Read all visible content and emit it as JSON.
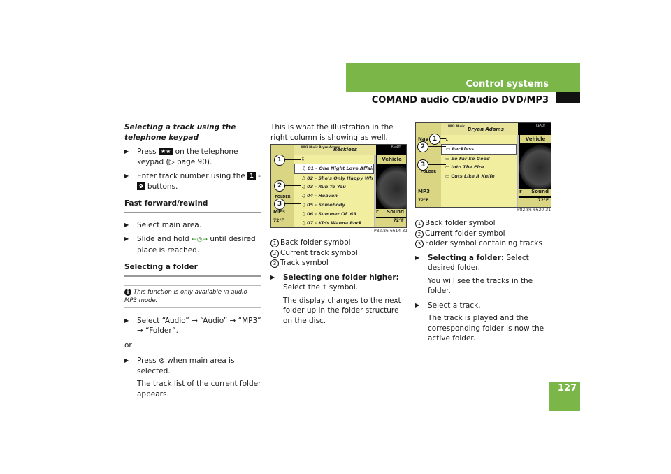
{
  "header": {
    "section": "Control systems",
    "subsection": "COMAND audio CD/audio DVD/MP3",
    "page_number": "127"
  },
  "col1": {
    "heading_telephone": "Selecting a track using the telephone keypad",
    "step1_a": "Press",
    "step1_key": "★★",
    "step1_b": "on the telephone keypad (▷ page 90).",
    "step2_a": "Enter track number using the",
    "step2_key1": "1",
    "step2_mid": "-",
    "step2_key2": "9",
    "step2_b": "buttons.",
    "heading_ffwd": "Fast forward/rewind",
    "ffwd_1": "Select main area.",
    "ffwd_2_a": "Slide and hold",
    "ffwd_2_sym": "←◎→",
    "ffwd_2_b": "until desired place is reached.",
    "heading_folder": "Selecting a folder",
    "info_text": "This function is only available in audio MP3 mode.",
    "folder_1": "Select “Audio” → “Audio” → “MP3” → “Folder”.",
    "or": "or",
    "folder_2_a": "Press",
    "folder_2_sym": "⊗",
    "folder_2_b": "when main area is selected.",
    "folder_2_c": "The track list of the current folder appears."
  },
  "col2": {
    "intro": "This is what the illustration in the right column is showing as well.",
    "screen": {
      "header_small": "MP3 Music Bryan Adams",
      "album": "Reckless",
      "ready": "READY",
      "tracks": [
        "01 - One Night Love Affair",
        "02 - She's Only Happy Wh",
        "03 - Run To You",
        "04 - Heaven",
        "05 - Somebody",
        "06 - Summer Of '69",
        "07 - Kids Wanna Rock"
      ],
      "tab_vehicle": "Vehicle",
      "tab_sound": "Sound",
      "tab_folder": "FOLDER",
      "tab_mp3": "MP3",
      "temp_left": "72°F",
      "temp_right": "72°F",
      "tab_r": "r",
      "caption": "P82.86-6614-31"
    },
    "legend": [
      "Back folder symbol",
      "Current track symbol",
      "Track symbol"
    ],
    "step_label": "Selecting one folder higher:",
    "step_a": "Select the",
    "step_sym": "⮤",
    "step_b": "symbol.",
    "step_desc": "The display changes to the next folder up in the folder structure on the disc."
  },
  "col3": {
    "screen": {
      "header_small": "MP3 Music",
      "artist": "Bryan Adams",
      "ready": "READY",
      "folders": [
        "Reckless",
        "So Far So Good",
        "Into The Fire",
        "Cuts Like A Knife"
      ],
      "tab_nav": "Nav",
      "tab_vehicle": "Vehicle",
      "tab_sound": "Sound",
      "tab_folder": "FOLDER",
      "tab_mp3": "MP3",
      "temp_left": "72°F",
      "temp_right": "72°F",
      "tab_r": "r",
      "caption": "P82.86-6620-31"
    },
    "legend": [
      "Back folder symbol",
      "Current folder symbol",
      "Folder symbol containing tracks"
    ],
    "step1_label": "Selecting a folder:",
    "step1_b": "Select desired folder.",
    "step1_desc": "You will see the tracks in the folder.",
    "step2": "Select a track.",
    "step2_desc": "The track is played and the corresponding folder is now the active folder."
  }
}
